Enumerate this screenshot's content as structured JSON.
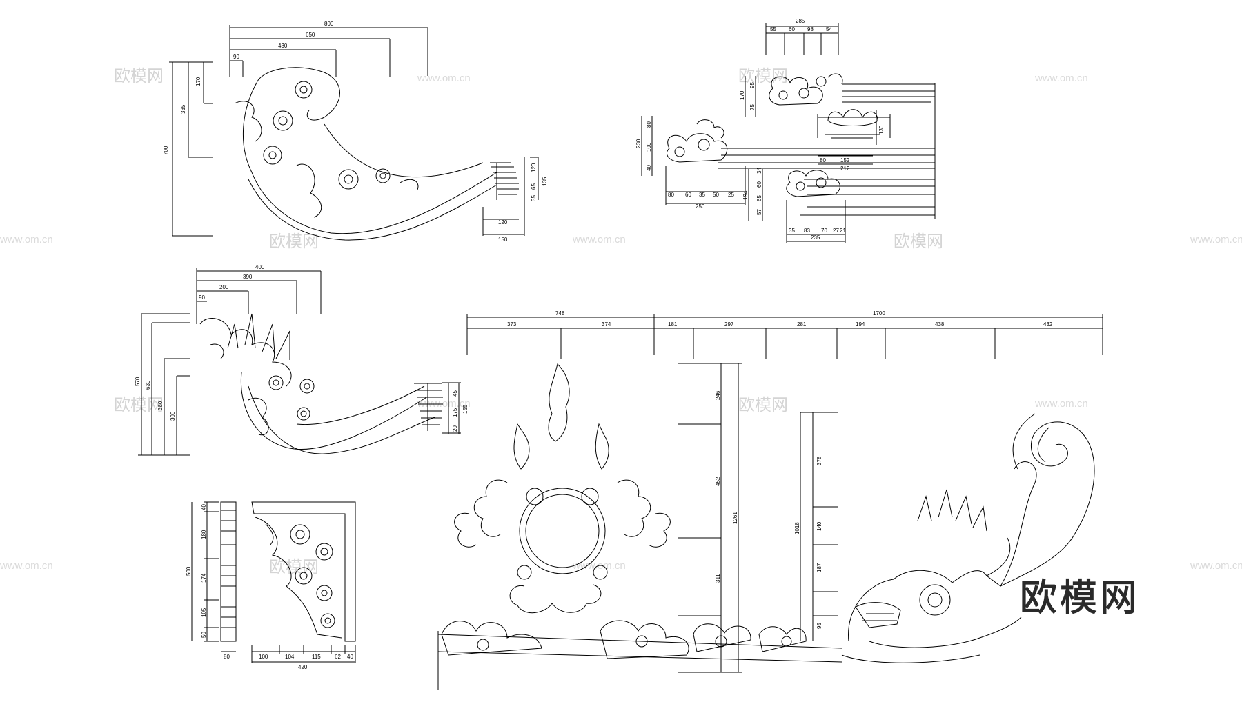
{
  "watermarks": {
    "cn": "欧模网",
    "url": "www.om.cn",
    "logo": "欧模网"
  },
  "drawings": {
    "curved_rafter_top": {
      "horizontal": [
        "800",
        "650",
        "430",
        "90"
      ],
      "vertical": [
        "700",
        "335",
        "170"
      ],
      "section": [
        "120",
        "150",
        "120",
        "135",
        "65",
        "35"
      ]
    },
    "eave_clouds": {
      "top": [
        "285",
        "55",
        "60",
        "98",
        "54"
      ],
      "left": [
        "230",
        "80",
        "100",
        "40",
        "170",
        "95",
        "75"
      ],
      "lotus": [
        "130",
        "80",
        "152",
        "212"
      ],
      "bottom_left": [
        "80",
        "60",
        "35",
        "50",
        "25",
        "250"
      ],
      "bottom_right": [
        "35",
        "83",
        "70",
        "27",
        "21",
        "235"
      ],
      "mid_vertical": [
        "34",
        "60",
        "194",
        "65",
        "57"
      ]
    },
    "curved_rafter_mid": {
      "horizontal": [
        "400",
        "390",
        "200",
        "90"
      ],
      "vertical": [
        "570",
        "630",
        "380",
        "300"
      ],
      "section": [
        "45",
        "175",
        "155",
        "20"
      ]
    },
    "bracket": {
      "vertical": [
        "40",
        "180",
        "500",
        "174",
        "105",
        "50"
      ],
      "bottom": [
        "80",
        "100",
        "104",
        "115",
        "62",
        "40",
        "420"
      ]
    },
    "ornament": {
      "top_total_left": "748",
      "top_total_right": "1700",
      "top": [
        "373",
        "374",
        "181",
        "297",
        "281",
        "194",
        "438",
        "432"
      ],
      "flame_vertical": [
        "246",
        "1261",
        "452",
        "311"
      ],
      "dragon_vertical": [
        "378",
        "1018",
        "140",
        "187",
        "95"
      ]
    }
  }
}
